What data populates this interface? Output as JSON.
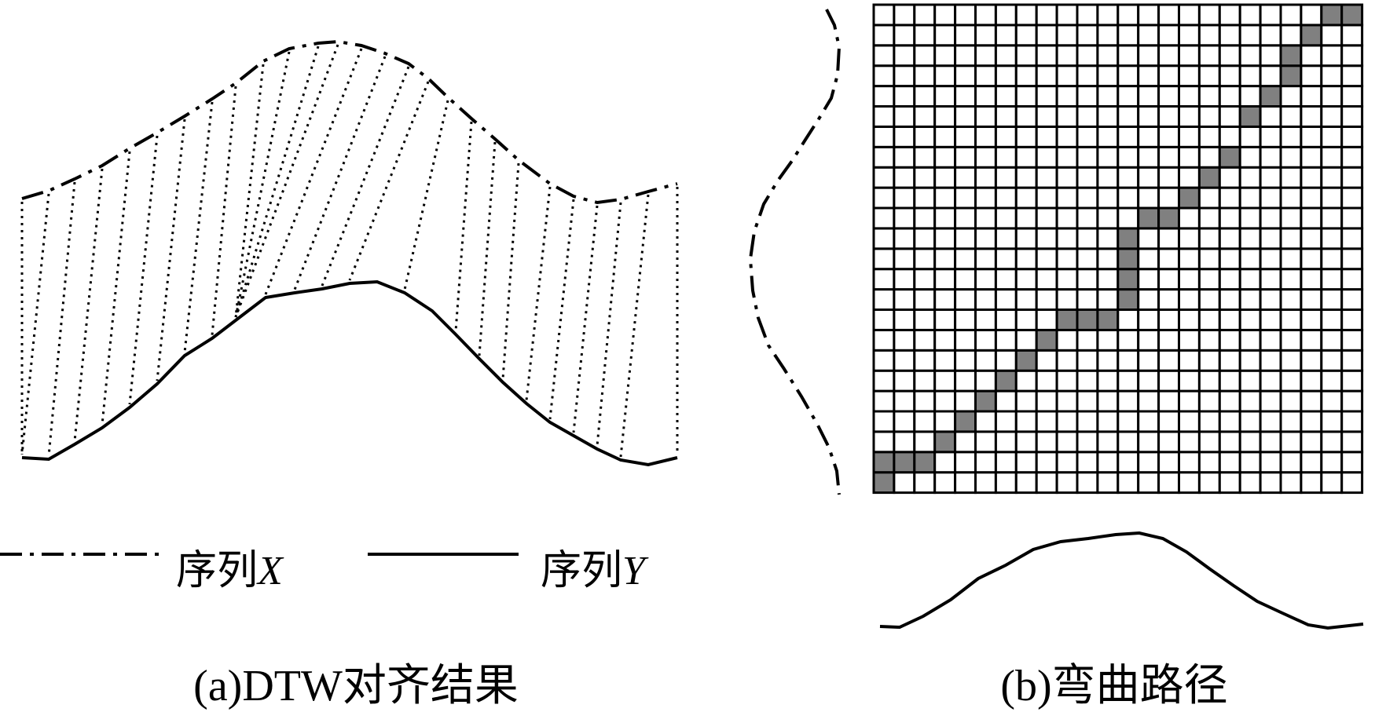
{
  "legend": {
    "seq_x_label": "序列X",
    "seq_x_prefix": "序列",
    "seq_x_var": "X",
    "seq_y_label": "序列Y",
    "seq_y_prefix": "序列",
    "seq_y_var": "Y"
  },
  "captions": {
    "panel_a": "(a)DTW对齐结果",
    "panel_b": "(b)弯曲路径"
  },
  "grid": {
    "rows": 24,
    "cols": 24,
    "path_cells": [
      [
        0,
        0
      ],
      [
        0,
        1
      ],
      [
        1,
        1
      ],
      [
        2,
        1
      ],
      [
        3,
        2
      ],
      [
        4,
        3
      ],
      [
        5,
        4
      ],
      [
        6,
        5
      ],
      [
        7,
        6
      ],
      [
        8,
        7
      ],
      [
        9,
        8
      ],
      [
        10,
        8
      ],
      [
        11,
        8
      ],
      [
        12,
        9
      ],
      [
        12,
        10
      ],
      [
        12,
        11
      ],
      [
        12,
        12
      ],
      [
        13,
        13
      ],
      [
        14,
        13
      ],
      [
        15,
        14
      ],
      [
        16,
        15
      ],
      [
        17,
        16
      ],
      [
        18,
        18
      ],
      [
        19,
        19
      ],
      [
        20,
        20
      ],
      [
        20,
        21
      ],
      [
        21,
        22
      ],
      [
        22,
        23
      ],
      [
        23,
        23
      ]
    ]
  },
  "colors": {
    "line": "#000000",
    "path_cell": "#808080",
    "background": "#ffffff"
  }
}
